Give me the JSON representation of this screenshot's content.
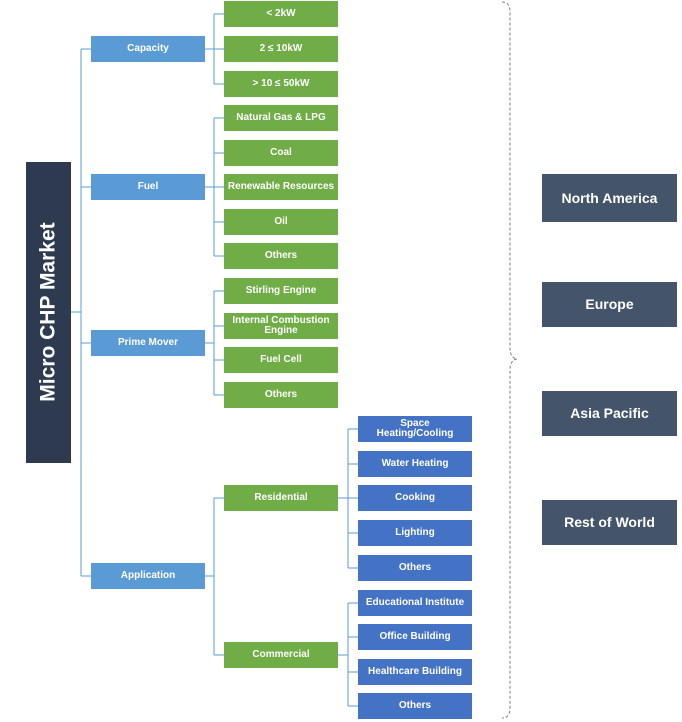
{
  "root": "Micro CHP Market",
  "categories": {
    "capacity": "Capacity",
    "fuel": "Fuel",
    "prime_mover": "Prime Mover",
    "application": "Application"
  },
  "capacity_items": [
    "< 2kW",
    "2 ≤ 10kW",
    "> 10 ≤ 50kW"
  ],
  "fuel_items": [
    "Natural Gas & LPG",
    "Coal",
    "Renewable Resources",
    "Oil",
    "Others"
  ],
  "prime_mover_items": [
    "Stirling Engine",
    "Internal Combustion Engine",
    "Fuel Cell",
    "Others"
  ],
  "application_items": {
    "residential": "Residential",
    "commercial": "Commercial"
  },
  "residential_items": [
    "Space Heating/Cooling",
    "Water Heating",
    "Cooking",
    "Lighting",
    "Others"
  ],
  "commercial_items": [
    "Educational Institute",
    "Office Building",
    "Healthcare Building",
    "Others"
  ],
  "regions": [
    "North America",
    "Europe",
    "Asia Pacific",
    "Rest of World"
  ],
  "colors": {
    "root": "#2e3a4f",
    "category": "#5b9bd5",
    "sub_green": "#70ad47",
    "sub_blue": "#4472c4",
    "region": "#44546a",
    "connector_line": "#5b9bd5",
    "brace": "#7f7f7f"
  }
}
